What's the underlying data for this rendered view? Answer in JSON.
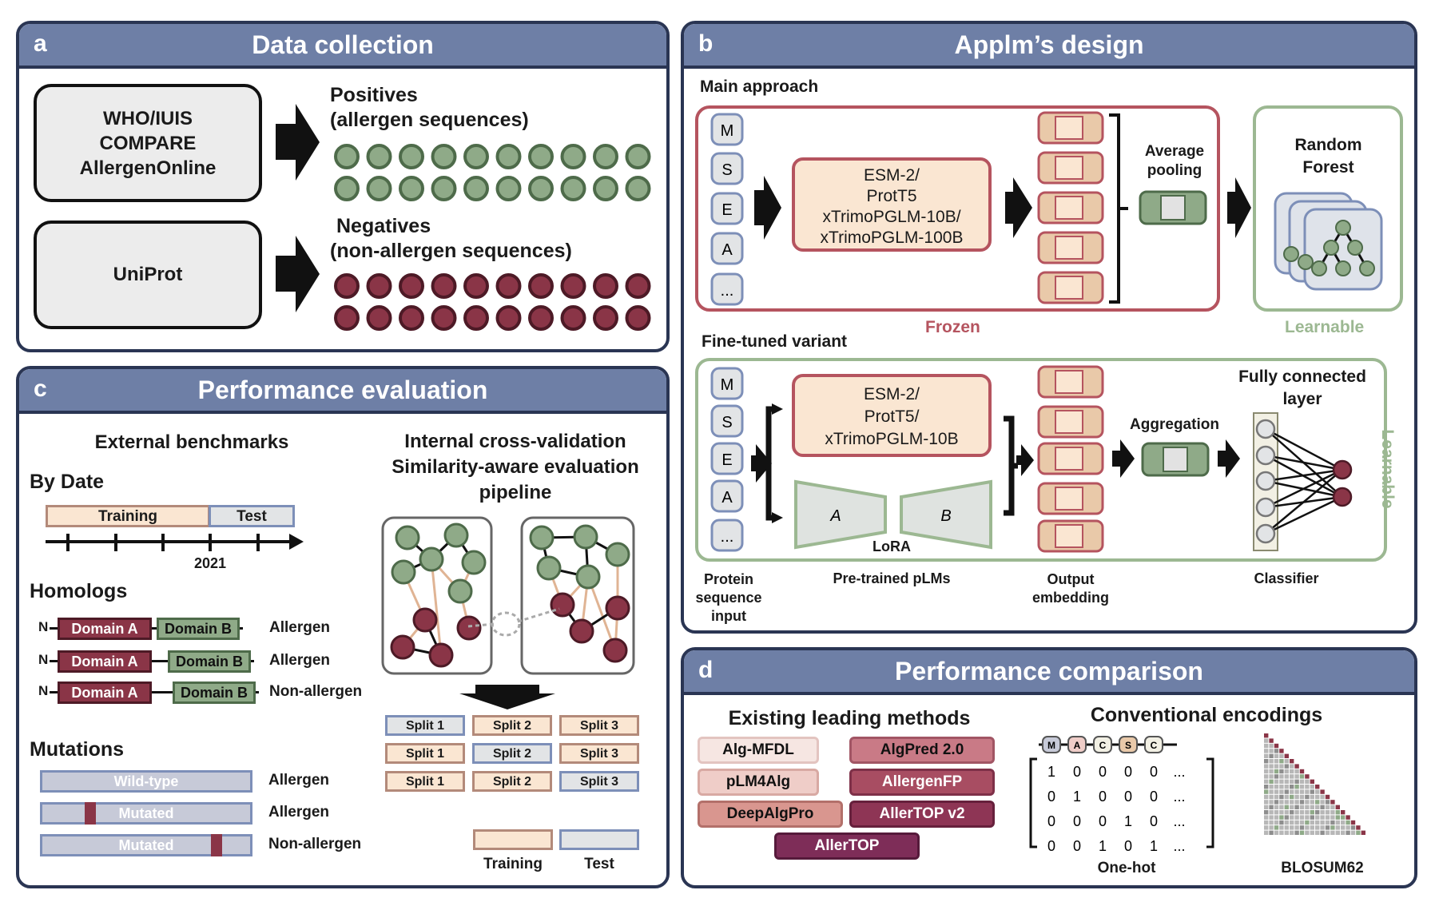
{
  "colors": {
    "header": "#6e7fa6",
    "border": "#2a3553",
    "green": "#8faa88",
    "red": "#8a3547",
    "frozen": "#b5545f",
    "learnable": "#9cb892",
    "tan": "#e9c9a9",
    "blue": "#7d8fb8"
  },
  "panel_a": {
    "letter": "a",
    "title": "Data collection",
    "source1": [
      "WHO/IUIS",
      "COMPARE",
      "AllergenOnline"
    ],
    "source2": "UniProt",
    "positives": [
      "Positives",
      "(allergen sequences)"
    ],
    "negatives": [
      "Negatives",
      "(non-allergen sequences)"
    ]
  },
  "panel_b": {
    "letter": "b",
    "title": "Applm’s design",
    "main_approach": "Main approach",
    "residues": [
      "M",
      "S",
      "E",
      "A",
      "..."
    ],
    "plm_main": [
      "ESM-2/",
      "ProtT5",
      "xTrimoPGLM-10B/",
      "xTrimoPGLM-100B"
    ],
    "avg_pooling": [
      "Average",
      "pooling"
    ],
    "random_forest": [
      "Random",
      "Forest"
    ],
    "frozen": "Frozen",
    "learnable": "Learnable",
    "fine_tuned": "Fine-tuned variant",
    "plm_ft": [
      "ESM-2/",
      "ProtT5/",
      "xTrimoPGLM-10B"
    ],
    "lora_a": "A",
    "lora_b": "B",
    "lora": "LoRA",
    "aggregation": "Aggregation",
    "fc": [
      "Fully connected",
      "layer"
    ],
    "learnable_vertical": "Learnable",
    "bottom_labels": {
      "protein": [
        "Protein",
        "sequence",
        "input"
      ],
      "plms": "Pre-trained pLMs",
      "output": [
        "Output",
        "embedding"
      ],
      "classifier": "Classifier"
    }
  },
  "panel_c": {
    "letter": "c",
    "title": "Performance evaluation",
    "external": "External benchmarks",
    "by_date": "By Date",
    "training": "Training",
    "test": "Test",
    "year": "2021",
    "homologs": "Homologs",
    "domain_a": "Domain A",
    "domain_b": "Domain B",
    "n": "N",
    "allergen": "Allergen",
    "non_allergen": "Non-allergen",
    "mutations": "Mutations",
    "wild_type": "Wild-type",
    "mutated": "Mutated",
    "internal": [
      "Internal cross-validation",
      "Similarity-aware evaluation",
      "pipeline"
    ],
    "splits": [
      [
        "Split 1",
        "Split 2",
        "Split 3"
      ],
      [
        "Split 1",
        "Split 2",
        "Split 3"
      ],
      [
        "Split 1",
        "Split 2",
        "Split 3"
      ]
    ],
    "legend_training": "Training",
    "legend_test": "Test"
  },
  "panel_d": {
    "letter": "d",
    "title": "Performance comparison",
    "existing": "Existing leading methods",
    "methods": [
      "Alg-MFDL",
      "AlgPred 2.0",
      "pLM4Alg",
      "AllergenFP",
      "DeepAlgPro",
      "AllerTOP v2",
      "AllerTOP"
    ],
    "conventional": "Conventional encodings",
    "residues": [
      "M",
      "A",
      "C",
      "S",
      "C"
    ],
    "matrix": [
      [
        "1",
        "0",
        "0",
        "0",
        "0",
        "..."
      ],
      [
        "0",
        "1",
        "0",
        "0",
        "0",
        "..."
      ],
      [
        "0",
        "0",
        "0",
        "1",
        "0",
        "..."
      ],
      [
        "0",
        "0",
        "1",
        "0",
        "1",
        "..."
      ]
    ],
    "onehot": "One-hot",
    "blosum": "BLOSUM62"
  }
}
